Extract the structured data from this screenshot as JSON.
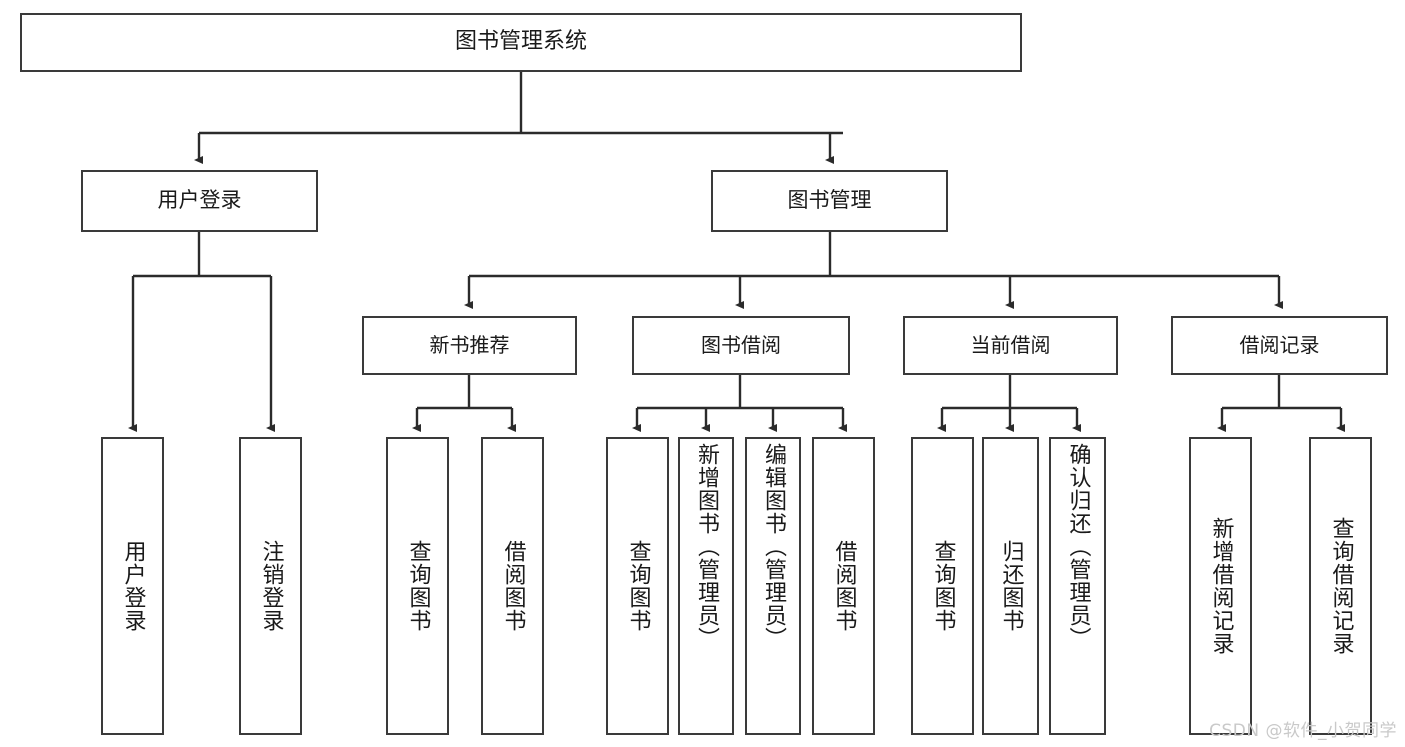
{
  "diagram": {
    "title": "图书管理系统",
    "watermark": "CSDN @软件_小贺同学",
    "colors": {
      "box_border": "#3a3a3a",
      "box_fill": "#ffffff",
      "connector": "#2b2b2b",
      "text": "#1a1a1a",
      "watermark": "#c9c9c9"
    },
    "levels": {
      "root": {
        "label": "图书管理系统"
      },
      "level2": [
        {
          "label": "用户登录"
        },
        {
          "label": "图书管理"
        }
      ],
      "level3": [
        {
          "label": "新书推荐"
        },
        {
          "label": "图书借阅"
        },
        {
          "label": "当前借阅"
        },
        {
          "label": "借阅记录"
        }
      ],
      "leaves": {
        "user_login": [
          {
            "label": "用户登录"
          },
          {
            "label": "注销登录"
          }
        ],
        "new_book": [
          {
            "label": "查询图书"
          },
          {
            "label": "借阅图书"
          }
        ],
        "book_borrow": [
          {
            "label": "查询图书"
          },
          {
            "label": "新增图书（管理员）"
          },
          {
            "label": "编辑图书（管理员）"
          },
          {
            "label": "借阅图书"
          }
        ],
        "current_borrow": [
          {
            "label": "查询图书"
          },
          {
            "label": "归还图书"
          },
          {
            "label": "确认归还（管理员）"
          }
        ],
        "borrow_record": [
          {
            "label": "新增借阅记录"
          },
          {
            "label": "查询借阅记录"
          }
        ]
      }
    }
  }
}
